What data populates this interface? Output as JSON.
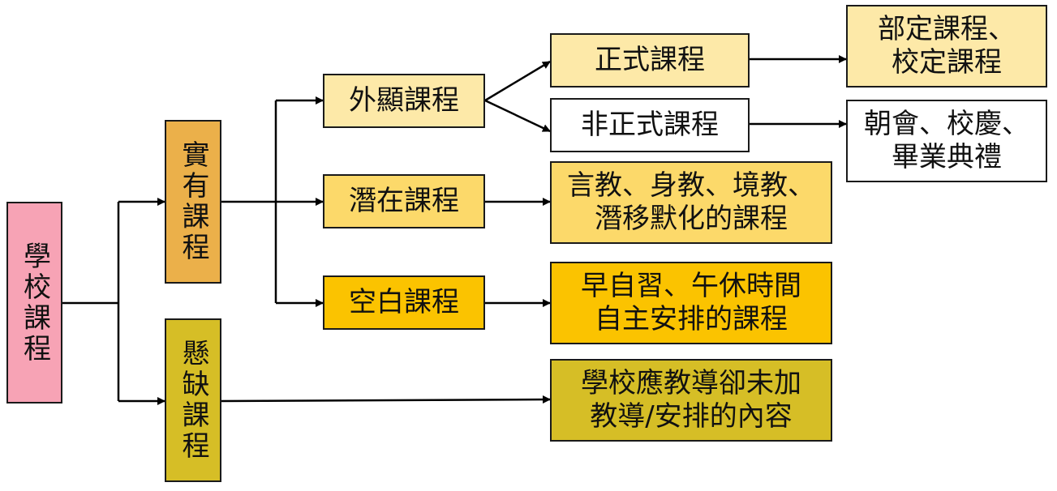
{
  "colors": {
    "pink": "#F7A3B5",
    "orange": "#EBB04A",
    "olive": "#D6BE26",
    "light_yellow": "#FDE9A8",
    "yellow": "#FCD96A",
    "gold": "#FBC300",
    "white": "#FFFFFF",
    "line": "#000000"
  },
  "nodes": {
    "school": "學校課程",
    "actual": "實有課程",
    "null": "懸缺課程",
    "explicit": "外顯課程",
    "implicit": "潛在課程",
    "blank": "空白課程",
    "formal": "正式課程",
    "informal": "非正式課程",
    "formal_detail": "部定課程、\n校定課程",
    "informal_detail": "朝會、校慶、\n畢業典禮",
    "implicit_detail": "言教、身教、境教、\n潛移默化的課程",
    "blank_detail": "早自習、午休時間\n自主安排的課程",
    "null_detail": "學校應教導卻未加\n教導/安排的內容"
  }
}
